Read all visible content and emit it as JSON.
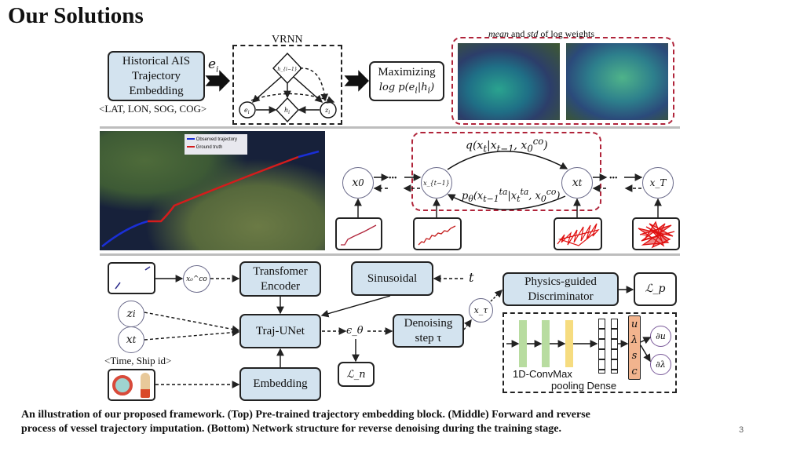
{
  "slide": {
    "title": "Our Solutions",
    "page_number": "3",
    "caption_line1": "An illustration of our proposed framework. (Top) Pre-trained trajectory embedding block. (Middle) Forward and reverse",
    "caption_line2": "process of vessel trajectory imputation. (Bottom) Network structure for reverse denoising during the training stage."
  },
  "top": {
    "embedding_box": "Historical AIS Trajectory Embedding",
    "features": "<LAT, LON, SOG, COG>",
    "arrow_label": "e_i",
    "vrnn_label": "VRNN",
    "vrnn_nodes": [
      "h_{i−1}",
      "e_i",
      "h_i",
      "z_i"
    ],
    "maximizing_line1": "Maximizing",
    "maximizing_line2": "log p(e_i|h_i)",
    "heatmap_label_a": "mean",
    "heatmap_label_b": " and ",
    "heatmap_label_c": "std",
    "heatmap_label_d": " of log weights"
  },
  "middle": {
    "legend": [
      "Observed trajectory",
      "Ground truth"
    ],
    "legend_colors": [
      "#1a2fd6",
      "#d41c1c"
    ],
    "nodes": [
      "x₀",
      "x_{t−1}",
      "x_t",
      "x_T"
    ],
    "forward_label": "q(x_t|x_{t−1}, x₀^co)",
    "reverse_label": "p_θ(x_{t−1}^ta|x_t^ta, x₀^co)",
    "ellipsis": "•••"
  },
  "bottom": {
    "x0co": "x₀^co",
    "transformer": "Transfomer Encoder",
    "sinusoidal": "Sinusoidal",
    "t": "t",
    "zi": "z_i",
    "xt": "x_t",
    "traj_unet": "Traj-UNet",
    "eps": "ϵ_θ",
    "denoising": "Denoising step τ",
    "ln": "ℒ_n",
    "time_ship": "<Time, Ship id>",
    "embedding": "Embedding",
    "xtau": "x_τ",
    "physics": "Physics-guided Discriminator",
    "lp": "ℒ_p",
    "conv_label": "1D-ConvMax",
    "pool_label": "pooling Dense",
    "params": [
      "u",
      "λ",
      "s",
      "c"
    ],
    "partials": [
      "∂u",
      "∂λ"
    ]
  }
}
